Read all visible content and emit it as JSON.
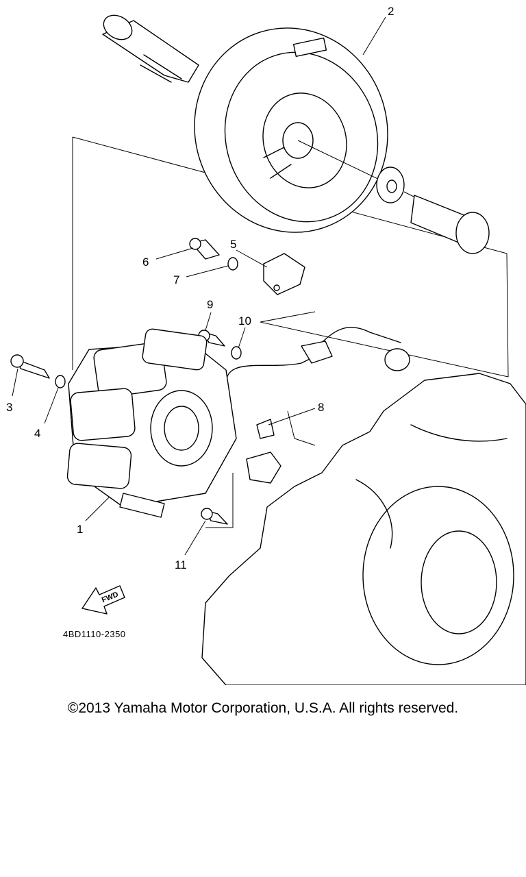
{
  "diagram": {
    "part_numbers": [
      "1",
      "2",
      "3",
      "4",
      "5",
      "6",
      "7",
      "8",
      "9",
      "10",
      "11"
    ],
    "figure_code": "4BD1110-2350",
    "direction_label": "FWD"
  },
  "footer": {
    "copyright": "©2013 Yamaha Motor Corporation, U.S.A. All rights reserved."
  }
}
